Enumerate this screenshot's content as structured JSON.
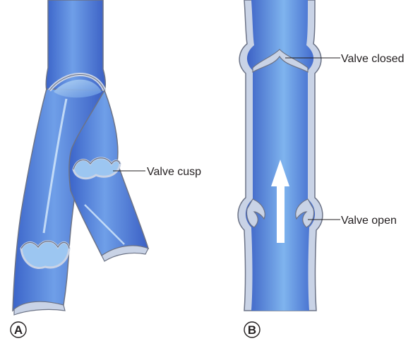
{
  "figure": {
    "panels": [
      {
        "id": "A",
        "letter": "A"
      },
      {
        "id": "B",
        "letter": "B"
      }
    ],
    "labels": {
      "valve_cusp": "Valve cusp",
      "valve_closed": "Valve closed",
      "valve_open": "Valve open"
    },
    "colors": {
      "vein_wall": "#c9d3e6",
      "wall_outline": "#6c7386",
      "lumen_dark": "#3b64c9",
      "lumen_light": "#7fb4ee",
      "lumen_pale": "#b9d9f5",
      "arrow": "#ffffff"
    }
  }
}
